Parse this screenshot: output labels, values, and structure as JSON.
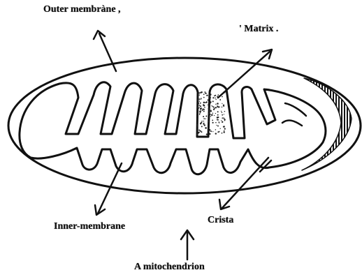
{
  "labels": {
    "outer_membrane": "Outer membràne ,",
    "matrix": "' Matrix .",
    "inner_membrane": "Inner-membrane",
    "crista": "Crista",
    "caption": "A mitochendrion"
  },
  "colors": {
    "ink": "#111111",
    "paper": "#ffffff"
  }
}
